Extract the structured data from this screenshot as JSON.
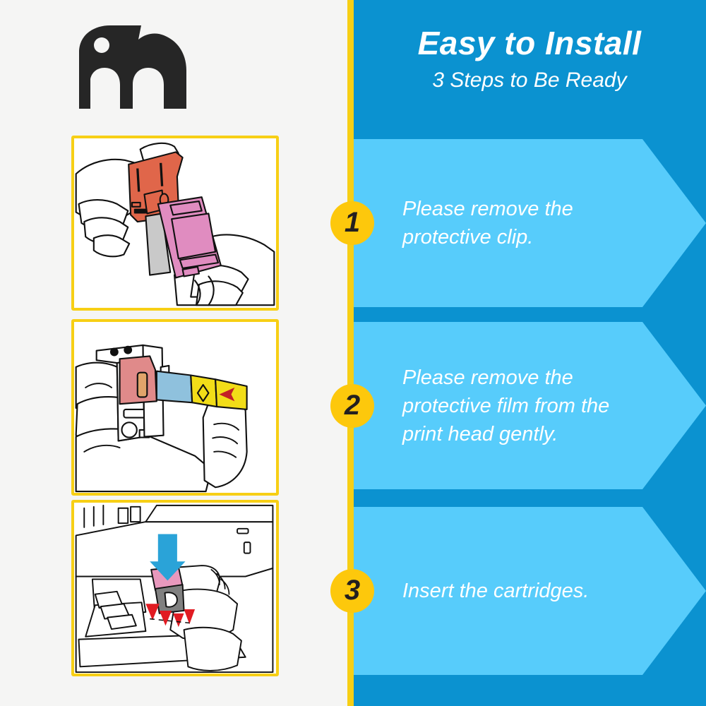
{
  "page": {
    "background_color": "#f5f5f4"
  },
  "brand": {
    "logo_name": "elephant-logo",
    "logo_color": "#262626"
  },
  "header": {
    "title": "Easy to Install",
    "subtitle": "3 Steps to Be Ready",
    "title_color": "#ffffff",
    "panel_color": "#0b92d0"
  },
  "divider": {
    "color": "#f7cf15"
  },
  "steps": [
    {
      "number": "1",
      "text": "Please remove the protective clip.",
      "band_color": "#57ccfb",
      "badge_color": "#fdc80c",
      "illustration": "hands-removing-protective-clip"
    },
    {
      "number": "2",
      "text": "Please remove the protective film from the print head gently.",
      "band_color": "#57ccfb",
      "badge_color": "#fdc80c",
      "illustration": "hand-pulling-protective-film-tape"
    },
    {
      "number": "3",
      "text": "Insert the cartridges.",
      "band_color": "#57ccfb",
      "badge_color": "#fdc80c",
      "illustration": "inserting-cartridge-into-printer"
    }
  ],
  "illustration_palette": {
    "clip_orange": "#e0664a",
    "cartridge_pink": "#e08cc0",
    "cartridge_gray": "#c9c9c9",
    "film_blue": "#8fc1dd",
    "film_yellow": "#f2dd18",
    "head_red": "#e08a8a",
    "arrow_blue": "#2aa3d8",
    "arrow_red": "#e11b22",
    "outline": "#111111"
  }
}
